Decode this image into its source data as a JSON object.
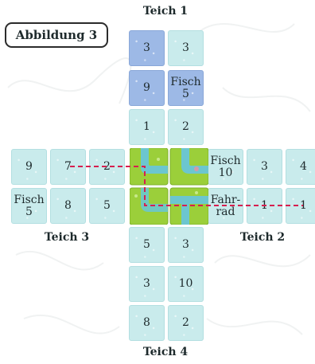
{
  "figure_label": "Abbildung 3",
  "ponds": {
    "teich1": "Teich 1",
    "teich2": "Teich 2",
    "teich3": "Teich 3",
    "teich4": "Teich 4"
  },
  "teich1_tiles": [
    "3",
    "3",
    "9",
    "Fisch 5",
    "1",
    "2"
  ],
  "teich4_tiles": [
    "5",
    "3",
    "3",
    "10",
    "8",
    "2"
  ],
  "teich3_tiles": [
    "9",
    "7",
    "2",
    "Fisch 5",
    "8",
    "5"
  ],
  "teich2_tiles": [
    "Fisch 10",
    "3",
    "4",
    "Fahr- rad",
    "1",
    "1"
  ],
  "colors": {
    "water": "#c9ebec",
    "highlight": "#9db9e6",
    "grass": "#9bcf3a",
    "road": "#6cc6cf",
    "path": "#d61f4f"
  }
}
